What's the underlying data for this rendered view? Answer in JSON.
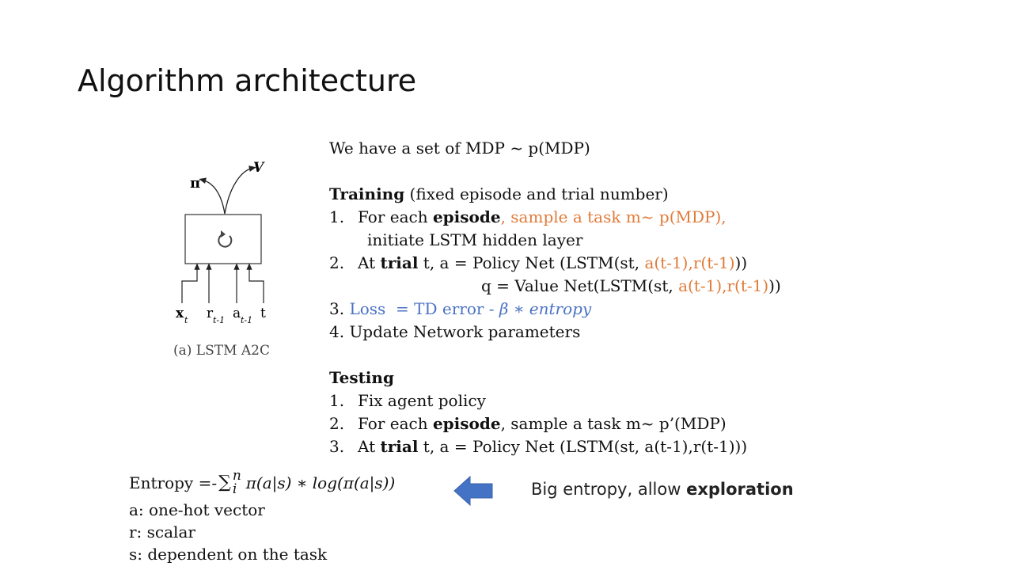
{
  "slide": {
    "title": "Algorithm architecture"
  },
  "diagram": {
    "output_pi": "π",
    "output_v": "V",
    "inputs": {
      "x": "x",
      "x_sub": "t",
      "r": "r",
      "r_sub": "t-1",
      "a": "a",
      "a_sub": "t-1",
      "t": "t"
    },
    "caption": "(a) LSTM A2C",
    "box_icon": "refresh-icon"
  },
  "algorithm": {
    "intro": "We have a set of MDP ~ p(MDP)",
    "training": {
      "heading": "Training",
      "heading_note": " (fixed episode and trial number)",
      "step1_num": "1.",
      "step1_pre": "For each ",
      "step1_bold": "episode",
      "step1_orange": ", sample a task m~ p(MDP),",
      "step1_cont": "initiate LSTM hidden layer",
      "step2_num": "2.",
      "step2_pre": "At ",
      "step2_bold": "trial",
      "step2_mid": " t, a = Policy Net (LSTM(st, ",
      "step2_orange": "a(t-1),r(t-1)",
      "step2_end": "))",
      "step2b_pre": "q = Value Net(LSTM(st, ",
      "step2b_orange": "a(t-1),r(t-1)",
      "step2b_end": "))",
      "step3_num": "3. ",
      "step3_blue": "Loss  = TD error - ",
      "step3_ital": "β ∗ entropy",
      "step4": "4. Update Network parameters"
    },
    "testing": {
      "heading": "Testing",
      "step1_num": "1.",
      "step1": "Fix agent policy",
      "step2_num": "2.",
      "step2_pre": "For each ",
      "step2_bold": "episode",
      "step2_end": ", sample a task m~ p’(MDP)",
      "step3_num": "3.",
      "step3_pre": "At ",
      "step3_bold": "trial",
      "step3_end": " t, a = Policy Net (LSTM(st, a(t-1),r(t-1)))"
    }
  },
  "entropy": {
    "lhs": "Entropy  =- ",
    "sum": "∑",
    "sup": "n",
    "sub": "i",
    "rhs": "π(a|s) ∗ log(π(a|s))",
    "def_a": "a: one-hot vector",
    "def_r": "r: scalar",
    "def_s": "s: dependent on the task"
  },
  "note": {
    "text": "Big entropy, allow ",
    "bold": "exploration"
  },
  "colors": {
    "orange": "#e07b39",
    "blue": "#4a72c4",
    "arrow": "#4472c4"
  }
}
